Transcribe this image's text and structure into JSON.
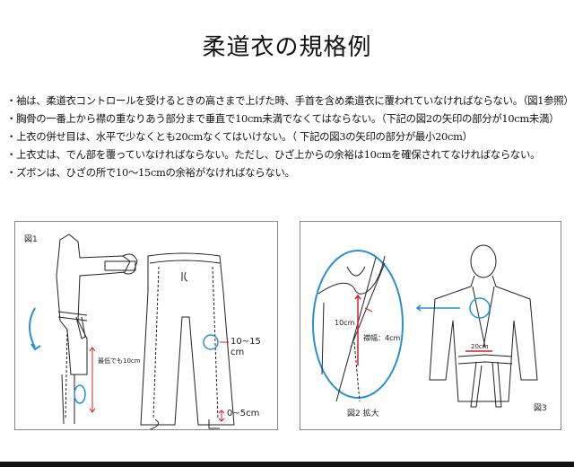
{
  "title": "柔道衣の規格例",
  "rules": [
    "・袖は、柔道衣コントロールを受けるときの高さまで上げた時、手首を含め柔道衣に覆われていなければならない。（図1参照）",
    "・胸骨の一番上から襟の重なりあう部分まで垂直で10cm未満でなくてはならない。（下記の図2の矢印の部分が10cm未満）",
    "・上衣の併せ目は、水平で少なくとも20cmなくてはいけない。（ 下記の図3の矢印の部分が最小20cm）",
    "・上衣丈は、でん部を覆っていなければならない。ただし、ひざ上からの余裕は10cmを確保されてなければならない。",
    "・ズボンは、ひざの所で10～15cmの余裕がなければならない。"
  ],
  "figure1": {
    "label": "図1",
    "jacket_note": "最低でも10cm",
    "knee_note_1": "10~15",
    "knee_note_2": "cm",
    "hem_note": "0~5cm"
  },
  "figure2": {
    "label": "図2 拡大",
    "vertical_note": "10cm",
    "collar_note": "襟幅：4cm"
  },
  "figure3": {
    "label": "図3",
    "overlap_note": "20cm"
  },
  "colors": {
    "accent_blue": "#2a8fd0",
    "accent_red": "#d0202a"
  }
}
